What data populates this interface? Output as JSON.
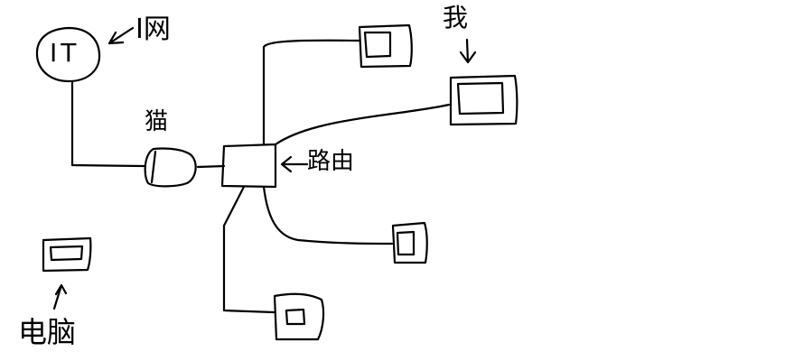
{
  "colors": {
    "ink": "#000000",
    "background": "#ffffff"
  },
  "nodes": {
    "internet": {
      "inner_text": "IT",
      "label": "I网"
    },
    "modem": {
      "label": "猫"
    },
    "router": {
      "label": "路由"
    },
    "me": {
      "label": "我"
    },
    "computer": {
      "label": "电脑"
    }
  }
}
